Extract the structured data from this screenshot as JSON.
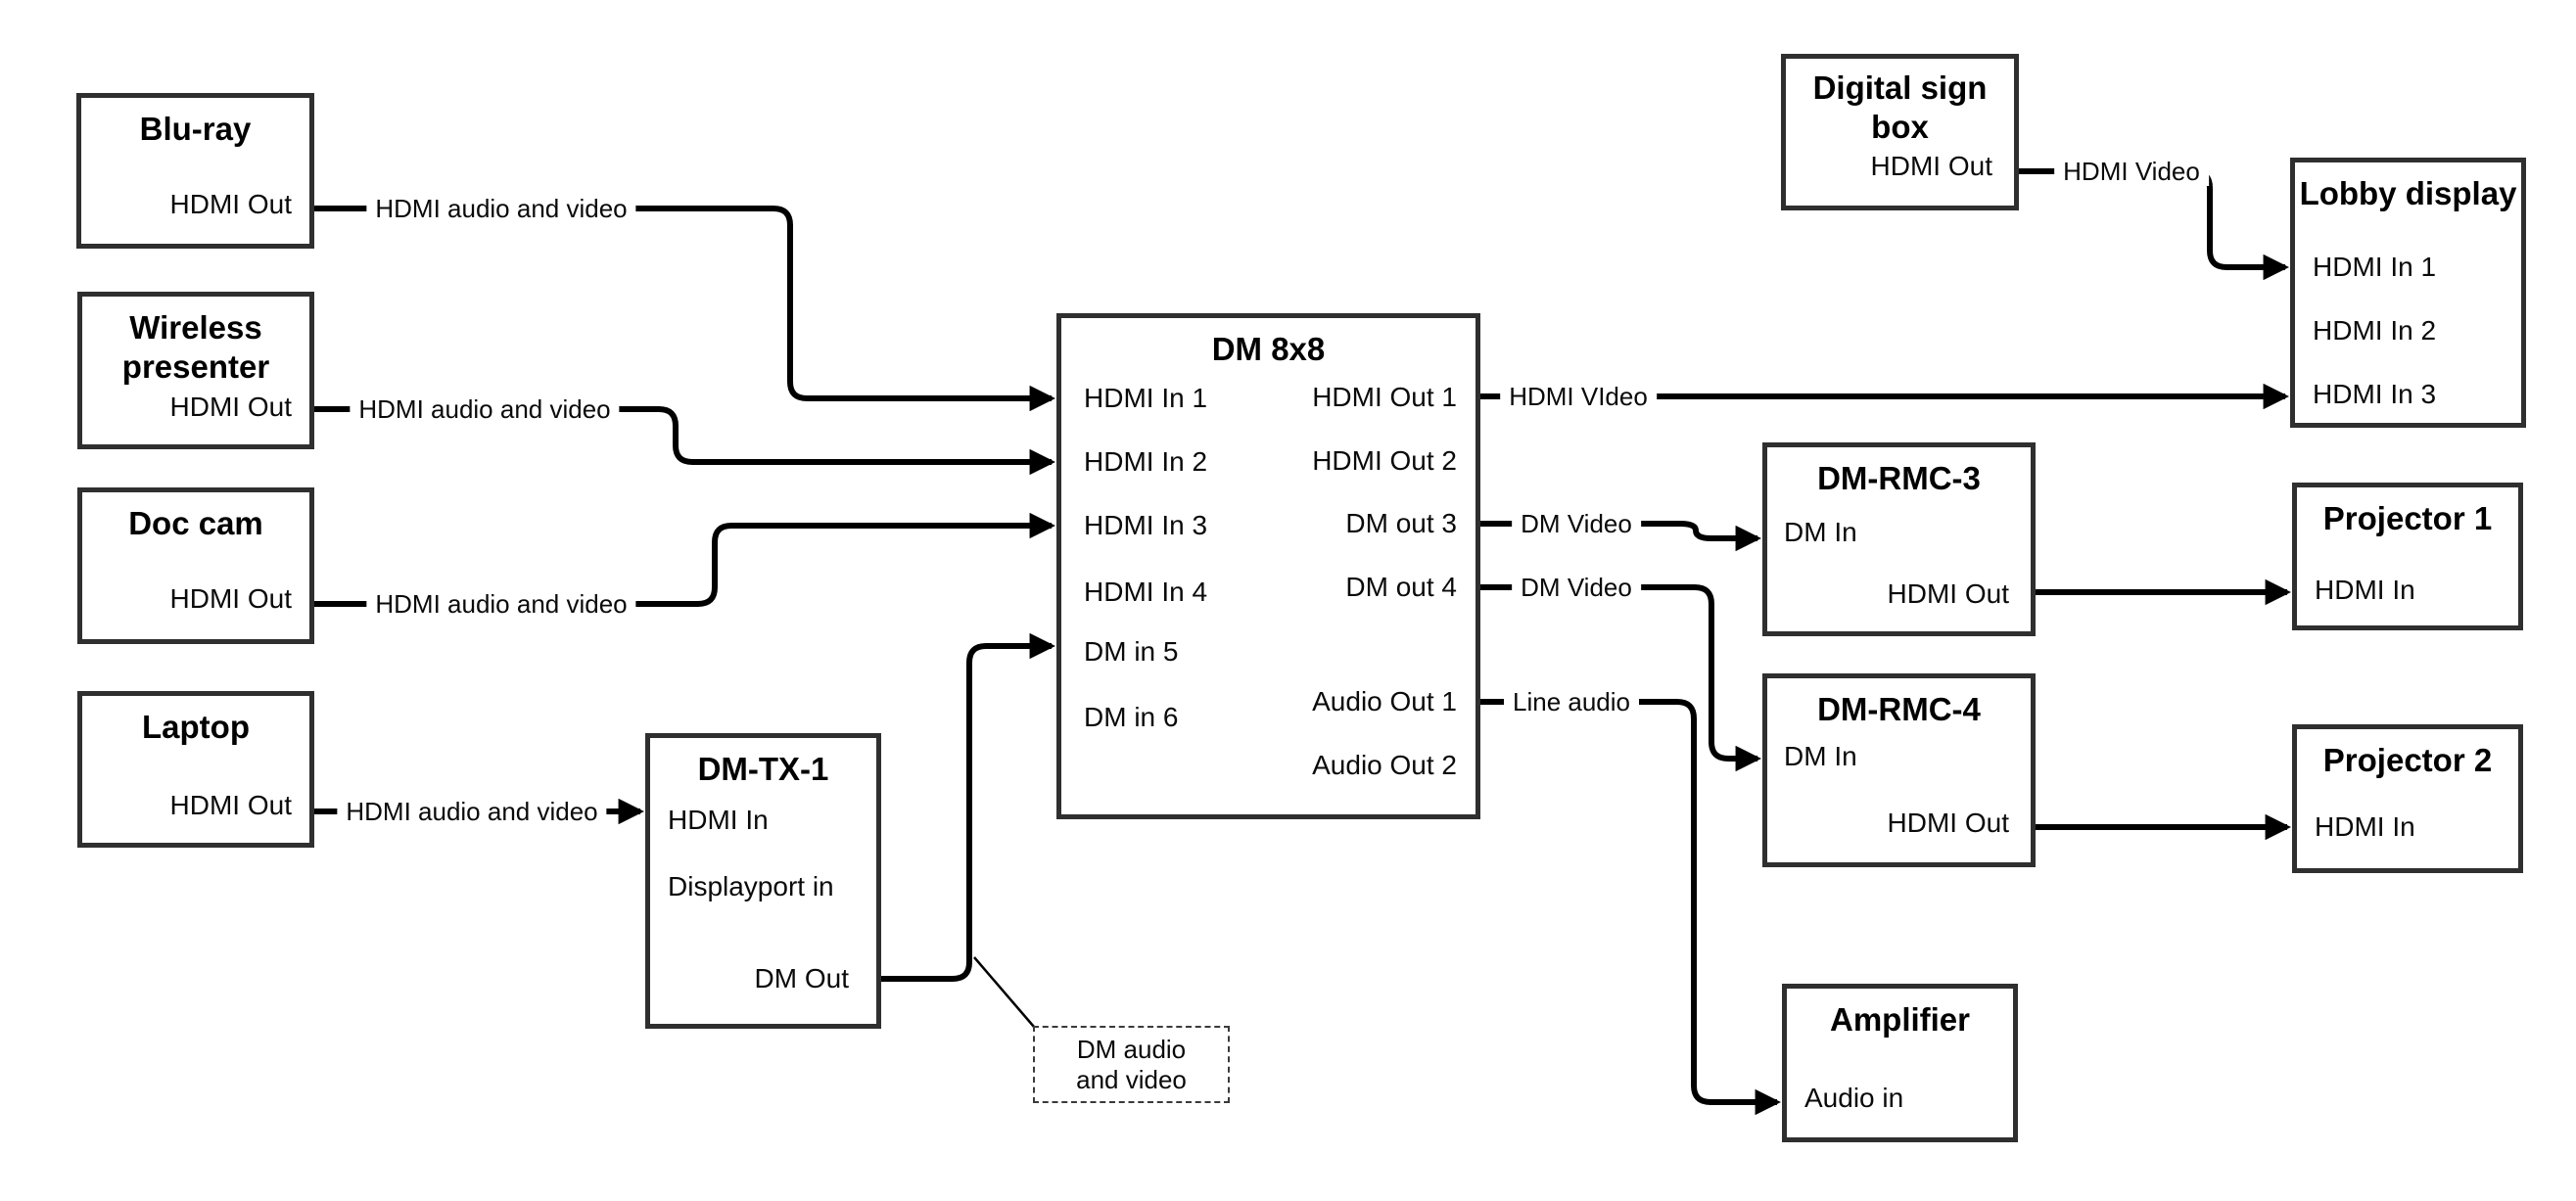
{
  "nodes": {
    "bluray": {
      "title": "Blu-ray",
      "port_out": "HDMI Out"
    },
    "wireless_presenter": {
      "title": "Wireless presenter",
      "port_out": "HDMI Out"
    },
    "doc_cam": {
      "title": "Doc cam",
      "port_out": "HDMI Out"
    },
    "laptop": {
      "title": "Laptop",
      "port_out": "HDMI Out"
    },
    "dm_tx_1": {
      "title": "DM-TX-1",
      "port_hdmi_in": "HDMI In",
      "port_displayport_in": "Displayport in",
      "port_dm_out": "DM Out"
    },
    "dm_8x8": {
      "title": "DM 8x8",
      "inputs": [
        "HDMI In 1",
        "HDMI In 2",
        "HDMI In 3",
        "HDMI In 4",
        "DM in 5",
        "DM in 6"
      ],
      "outputs": [
        "HDMI Out 1",
        "HDMI Out 2",
        "DM out 3",
        "DM out 4",
        "Audio Out 1",
        "Audio Out 2"
      ]
    },
    "digital_sign_box": {
      "title": "Digital sign box",
      "port_out": "HDMI Out"
    },
    "lobby_display": {
      "title": "Lobby display",
      "inputs": [
        "HDMI In 1",
        "HDMI In 2",
        "HDMI In 3"
      ]
    },
    "dm_rmc_3": {
      "title": "DM-RMC-3",
      "port_dm_in": "DM In",
      "port_hdmi_out": "HDMI Out"
    },
    "projector_1": {
      "title": "Projector 1",
      "port_in": "HDMI In"
    },
    "dm_rmc_4": {
      "title": "DM-RMC-4",
      "port_dm_in": "DM In",
      "port_hdmi_out": "HDMI Out"
    },
    "projector_2": {
      "title": "Projector 2",
      "port_in": "HDMI In"
    },
    "amplifier": {
      "title": "Amplifier",
      "port_in": "Audio in"
    }
  },
  "wire_labels": {
    "bluray_to_dm": "HDMI audio and video",
    "wireless_to_dm": "HDMI audio and video",
    "doccam_to_dm": "HDMI audio and video",
    "laptop_to_tx": "HDMI audio and video",
    "hdmi_out_1": "HDMI VIdeo",
    "dm_out_3": "DM Video",
    "dm_out_4": "DM Video",
    "audio_out_1": "Line audio",
    "sign_to_lobby": "HDMI Video"
  },
  "callout": {
    "text": "DM audio and video"
  }
}
